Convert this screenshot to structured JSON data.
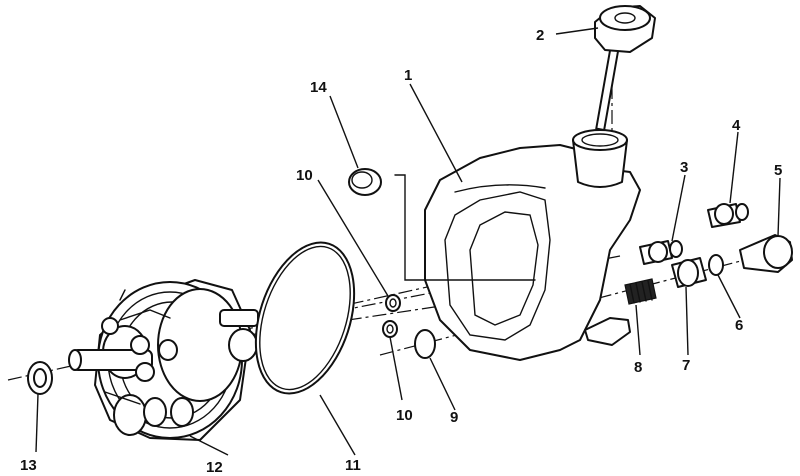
{
  "callouts": [
    {
      "id": "c1",
      "text": "1"
    },
    {
      "id": "c2",
      "text": "2"
    },
    {
      "id": "c3",
      "text": "3"
    },
    {
      "id": "c4",
      "text": "4"
    },
    {
      "id": "c5",
      "text": "5"
    },
    {
      "id": "c6",
      "text": "6"
    },
    {
      "id": "c7",
      "text": "7"
    },
    {
      "id": "c8",
      "text": "8"
    },
    {
      "id": "c9",
      "text": "9"
    },
    {
      "id": "c10a",
      "text": "10"
    },
    {
      "id": "c10b",
      "text": "10"
    },
    {
      "id": "c11",
      "text": "11"
    },
    {
      "id": "c12",
      "text": "12"
    },
    {
      "id": "c13",
      "text": "13"
    },
    {
      "id": "c14",
      "text": "14"
    }
  ]
}
